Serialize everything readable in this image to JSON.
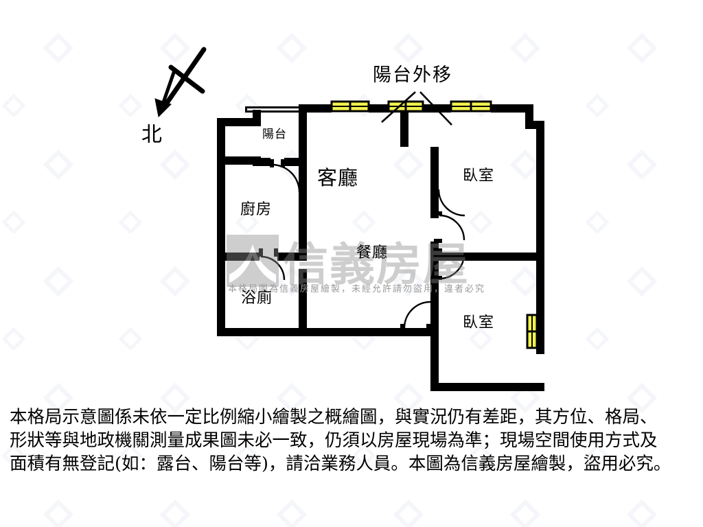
{
  "document": {
    "type": "floor-plan",
    "orientation_label": "北"
  },
  "callouts": [
    {
      "name": "balcony-extension",
      "text": "陽台外移"
    }
  ],
  "rooms": [
    {
      "key": "balcony",
      "label": "陽台",
      "size": "sm"
    },
    {
      "key": "living-room",
      "label": "客廳",
      "size": "lg"
    },
    {
      "key": "kitchen",
      "label": "廚房",
      "size": "md"
    },
    {
      "key": "bedroom-top",
      "label": "臥室",
      "size": "md"
    },
    {
      "key": "dining-room",
      "label": "餐廳",
      "size": "md"
    },
    {
      "key": "bathroom",
      "label": "浴廁",
      "size": "md"
    },
    {
      "key": "bedroom-bottom",
      "label": "臥室",
      "size": "md"
    }
  ],
  "watermark": {
    "brand": "信義房屋",
    "fine_print": "本格局圖為信義房屋繪製，未經允許請勿盜用，違者必究"
  },
  "disclaimer": {
    "line1": "本格局示意圖係未依一定比例縮小繪製之概繪圖，與實況仍有差距，其方位、格局、",
    "line2": "形狀等與地政機關測量成果圖未必一致，仍須以房屋現場為準；現場空間使用方式及",
    "line3": "面積有無登記(如：露台、陽台等)，請洽業務人員。本圖為信義房屋繪製，盜用必究。"
  },
  "colors": {
    "wall": "#000000",
    "window": "#f2f24d",
    "window_stroke": "#000000",
    "background": "#ffffff",
    "watermark": "#8d8d8d",
    "door_arc": "#000000"
  },
  "legend": {
    "window_count": 4,
    "door_count": 5
  }
}
